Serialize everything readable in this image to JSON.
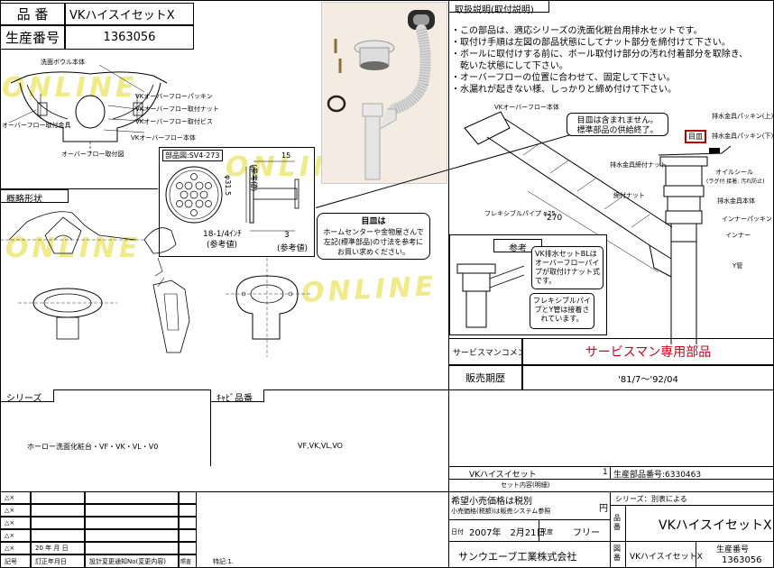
{
  "title_block": {
    "hinban_label": "品 番",
    "hinban_value": "VKハイスイセットX",
    "seisan_label": "生産番号",
    "seisan_value": "1363056"
  },
  "watermark": "ONLINE",
  "section_headers": {
    "outline": "概略形状",
    "instructions": "取扱説明(取付説明)",
    "reference": "参考",
    "series": "シリーズ",
    "cabinet": "ｷｬﾋﾞ品番"
  },
  "instructions": [
    "・この部品は、適応シリーズの洗面化粧台用排水セットです。",
    "・取付け手順は左図の部品状態にしてナット部分を締付けて下さい。",
    "・ボールに取付けする前に、ボール取付け部分の汚れ付着部分を取除き、",
    "　乾いた状態にして下さい。",
    "・オーバーフローの位置に合わせて、固定して下さい。",
    "・水漏れが起きない様、しっかりと締め付けて下さい。"
  ],
  "left_diagram_labels": {
    "bowl": "洗面ボウル本体",
    "packing": "VKオーバーフローパッキン",
    "nut": "VKオーバーフロー取付ナット",
    "screw": "VKオーバーフロー取付ビス",
    "body": "VKオーバーフロー本体",
    "bracket": "オーバーフロー取付金具",
    "caption": "オーバーフロー取付図"
  },
  "strainer_box": {
    "part_label": "部品図:SV4-273",
    "dim1": "15",
    "dim2": "φ31.5",
    "dim3": "(参考値)",
    "dim4": "18-1/4ｲﾝﾁ",
    "dim5": "(参考値)",
    "dim6": "3",
    "dim7": "(参考値)"
  },
  "strainer_note": {
    "title": "目皿は",
    "body": "ホームセンターや金物屋さんで左記(標準部品)の寸法を参考にお買い求めください。"
  },
  "medazara_note": {
    "line1": "目皿は含まれません。",
    "line2": "標準部品の供給終了。",
    "tag": "目皿"
  },
  "right_diagram_labels": {
    "ov_body": "VKオーバーフロー本体",
    "drain_packing_top": "排水金具パッキン(上)",
    "drain_packing_bottom": "排水金具パッキン(下)",
    "oil_seal": "オイルシール",
    "oil_seal_note": "(ラグ付 接着: 汚れ防止)",
    "drain_nut": "排水金具締付ナット",
    "tighten_nut": "締付ナット",
    "drain_body": "排水金具本体",
    "inner_packing": "インナーパッキン",
    "inner": "インナー",
    "y_pipe": "Y管",
    "flex": "フレキシブルパイプ φ25",
    "length": "270"
  },
  "reference_note": {
    "body": "VK排水セットBLはオーバーフローパイプが取付けナット式です。",
    "flex_note": "フレキシブルパイプとY管は接着されています。"
  },
  "service_table": {
    "comment_label": "サービスマンコメント",
    "comment_value": "サービスマン専用部品",
    "sales_label": "販売期歴",
    "sales_value": "'81/7～'92/04"
  },
  "series_value": "ホーロー洗面化粧台・VF・VK・VL・V0",
  "cabinet_value": "VF,VK,VL,VO",
  "set_row": {
    "name": "VKハイスイセット",
    "qty": "1",
    "prod_no": "生産部品番号:6330463",
    "content_label": "セット内容(明細)"
  },
  "revision": {
    "marks": [
      "△×",
      "△×",
      "△×",
      "△×",
      "△×"
    ],
    "date_label": "20 年 月 日",
    "col_sym": "記号",
    "col_date": "訂正年月日",
    "col_notice": "設計変更通知No(変更内容)",
    "col_check": "照査",
    "col_misc": "特記:1."
  },
  "price": {
    "label": "希望小売価格は税別",
    "yen": "円",
    "note": "小売価格(税額)は販売システム参照",
    "series_label": "シリーズ：",
    "series_value": "別表による"
  },
  "footer": {
    "date_label": "日付",
    "date_value": "2007年　2月21日",
    "scale_label": "尺度",
    "scale_value": "フリー",
    "hinban_label": "品番",
    "hinban_value": "VKハイスイセットX",
    "company": "サンウエーブ工業株式会社",
    "zuban_label": "図番",
    "zuban_value": "VKハイスイセットX",
    "seisan_label": "生産番号",
    "seisan_value": "1363056"
  }
}
